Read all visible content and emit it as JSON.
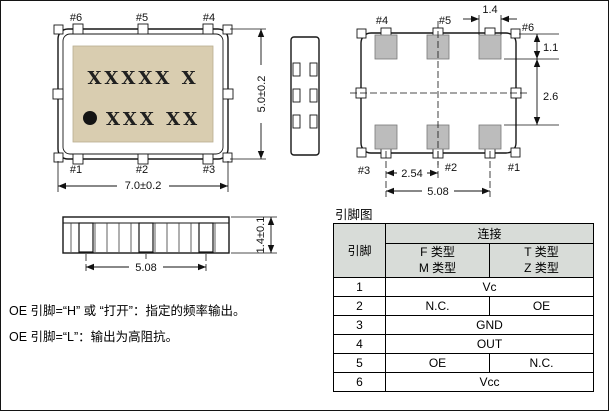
{
  "top_view": {
    "pin_labels_top": [
      "#6",
      "#5",
      "#4"
    ],
    "pin_labels_bottom": [
      "#1",
      "#2",
      "#3"
    ],
    "marking_line1": "XXXXX X",
    "marking_line2": "XXX XX",
    "dim_width": "7.0±0.2",
    "dim_height": "5.0±0.2"
  },
  "bottom_view": {
    "pin_labels_top": [
      "#4",
      "#5",
      "#6"
    ],
    "pin_labels_bottom": [
      "#3",
      "#2",
      "#1"
    ],
    "dim_pad_width": "1.4",
    "dim_edge_to_pad": "1.1",
    "dim_pad_gap": "2.6",
    "dim_pad_pitch": "2.54",
    "dim_pad_span": "5.08"
  },
  "side_view": {
    "dim_terminal_span": "5.08",
    "dim_height": "1.4±0.1"
  },
  "notes": {
    "line1": "OE 引脚=“H” 或 “打开”：指定的频率输出。",
    "line2": "OE 引脚=“L”：输出为高阻抗。"
  },
  "pin_table": {
    "title": "引脚图",
    "header": {
      "pin": "引脚",
      "connection": "连接",
      "type_f_line1": "F 类型",
      "type_f_line2": "M 类型",
      "type_t_line1": "T 类型",
      "type_t_line2": "Z 类型"
    },
    "rows": [
      {
        "pin": "1",
        "full": "Vc"
      },
      {
        "pin": "2",
        "left": "N.C.",
        "right": "OE"
      },
      {
        "pin": "3",
        "full": "GND"
      },
      {
        "pin": "4",
        "full": "OUT"
      },
      {
        "pin": "5",
        "left": "OE",
        "right": "N.C."
      },
      {
        "pin": "6",
        "full": "Vcc"
      }
    ]
  }
}
